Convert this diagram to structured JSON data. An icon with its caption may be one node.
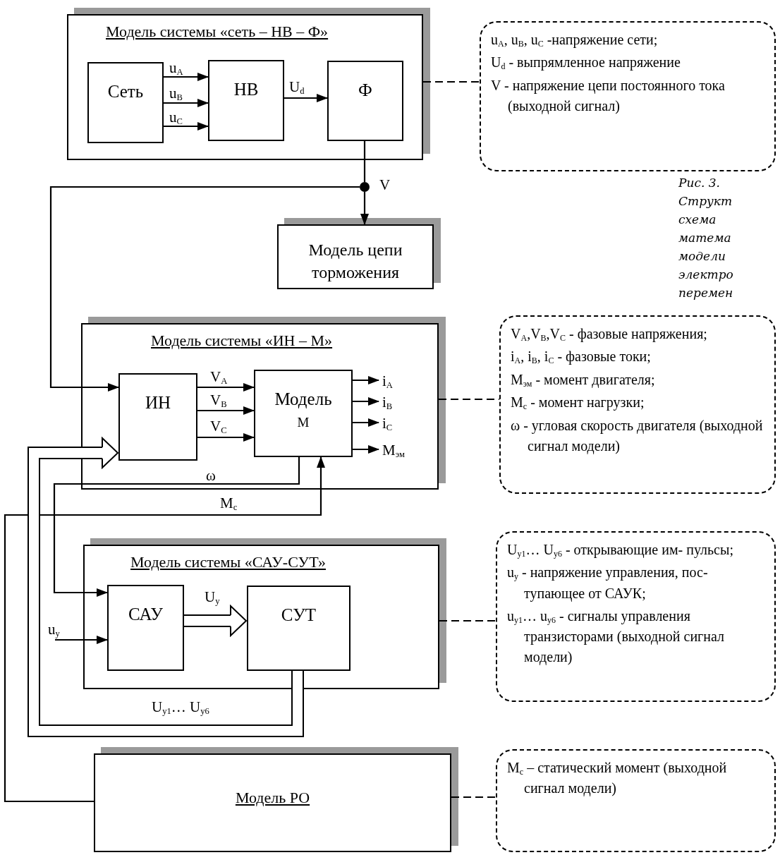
{
  "diagram": {
    "caption": "Рис. 3. Структ схема матема модели электро перемен",
    "nodes": [
      {
        "text": [
          "Модель системы «сеть – НВ – Ф»"
        ]
      },
      {
        "text": [
          "Сеть"
        ],
        "in": 0
      },
      {
        "text": [
          "НВ"
        ],
        "in": 0
      },
      {
        "text": [
          "Ф"
        ],
        "in": 0
      },
      {
        "text": [
          "u$_{A}$, u$_{B}$, u$_{C}$ -напряжение сети;",
          "U$_{d}$ - выпрямленное напряжение",
          "V - напряжение цепи постоянного тока (выходной сигнал)"
        ]
      },
      {
        "text": [],
        "shape": "circle"
      },
      {
        "text": [
          "Модель цепи торможения"
        ]
      },
      {
        "text": [
          "Модель системы «ИН – М»"
        ]
      },
      {
        "text": [
          "ИН"
        ],
        "in": 7
      },
      {
        "text": [
          "Модель",
          "М"
        ],
        "in": 7
      },
      {
        "text": [
          "V$_{A}$,V$_{B}$,V$_{C}$ - фазовые напряжения;",
          "i$_{A}$, i$_{B}$,  i$_{C}$ - фазовые токи;",
          "M$_{эм}$ - момент двигателя;",
          "M$_{c}$ - момент нагрузки;",
          "ω - угловая скорость двигателя (выходной сигнал модели)"
        ]
      },
      {
        "text": [
          "Модель системы «САУ-СУТ»"
        ]
      },
      {
        "text": [
          "САУ"
        ],
        "in": 11
      },
      {
        "text": [
          "СУТ"
        ],
        "in": 11
      },
      {
        "text": [
          "U$_{y1}$… U$_{y6}$ - открывающие им- пульсы;",
          "u$_{y}$ - напряжение управления, пос- тупающее от САУК;",
          "u$_{y1}$… u$_{y6}$ - сигналы управления транзисторами (выходной сигнал модели)"
        ]
      },
      {
        "text": [
          "Модель РО"
        ]
      },
      {
        "text": [
          "M$_{c}$ – статический момент (выходной сигнал модели)"
        ]
      }
    ],
    "edges": [
      {
        "from": 1,
        "to": 2,
        "arrow": "to",
        "label": "u$_{A}$"
      },
      {
        "from": 1,
        "to": 2,
        "arrow": "to",
        "label": "u$_{B}$"
      },
      {
        "from": 1,
        "to": 2,
        "arrow": "to",
        "label": "u$_{C}$"
      },
      {
        "from": 2,
        "to": 3,
        "arrow": "to",
        "label": "U$_{d}$"
      },
      {
        "from": 3,
        "to": 5,
        "arrow": "none"
      },
      {
        "from": 5,
        "to": 6,
        "arrow": "to",
        "label": "V"
      },
      {
        "from": 5,
        "to": 8,
        "arrow": "to"
      },
      {
        "from": 8,
        "to": 9,
        "arrow": "to",
        "label": "V$_{A}$"
      },
      {
        "from": 8,
        "to": 9,
        "arrow": "to",
        "label": "V$_{B}$"
      },
      {
        "from": 8,
        "to": 9,
        "arrow": "to",
        "label": "V$_{C}$"
      },
      {
        "from": 9,
        "to": null,
        "arrow": "to",
        "label": "i$_{A}$"
      },
      {
        "from": 9,
        "to": null,
        "arrow": "to",
        "label": "i$_{B}$"
      },
      {
        "from": 9,
        "to": null,
        "arrow": "to",
        "label": "i$_{C}$"
      },
      {
        "from": 9,
        "to": null,
        "arrow": "to",
        "label": "M$_{эм}$"
      },
      {
        "from": 9,
        "to": 12,
        "arrow": "to",
        "label": "ω"
      },
      {
        "from": 15,
        "to": 9,
        "arrow": "to",
        "label": "M$_{c}$"
      },
      {
        "from": null,
        "to": 12,
        "arrow": "to",
        "label": "u$_{y}$"
      },
      {
        "from": 12,
        "to": 13,
        "arrow": "to",
        "label": "U$_{y}$",
        "style": "thick"
      },
      {
        "from": 13,
        "to": 8,
        "arrow": "to",
        "label": "U$_{y1}$… U$_{y6}$",
        "style": "thick"
      },
      {
        "from": 0,
        "to": 4,
        "arrow": "none",
        "style": "dashed"
      },
      {
        "from": 7,
        "to": 10,
        "arrow": "none",
        "style": "dashed"
      },
      {
        "from": 11,
        "to": 14,
        "arrow": "none",
        "style": "dashed"
      },
      {
        "from": 15,
        "to": 16,
        "arrow": "none",
        "style": "dashed"
      }
    ]
  }
}
